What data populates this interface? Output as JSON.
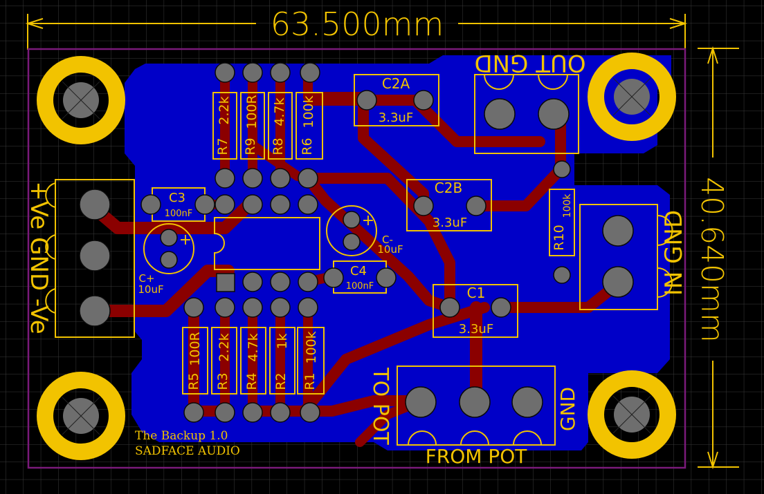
{
  "dimensions": {
    "width_label": "63.500mm",
    "height_label": "40.640mm"
  },
  "connectors": {
    "power": "+Ve GND -Ve",
    "output": "OUT GND",
    "input": "IN GND",
    "to_pot": "TO POT",
    "from_pot": "FROM POT",
    "pot_gnd": "GND"
  },
  "components": {
    "C2A": {
      "ref": "C2A",
      "value": "3.3uF"
    },
    "C2B": {
      "ref": "C2B",
      "value": "3.3uF"
    },
    "C1": {
      "ref": "C1",
      "value": "3.3uF"
    },
    "C3": {
      "ref": "C3",
      "value": "100nF"
    },
    "C4": {
      "ref": "C4",
      "value": "100nF"
    },
    "Cplus": {
      "ref": "C+",
      "value": "10uF"
    },
    "Cminus": {
      "ref": "C-",
      "value": "10uF"
    },
    "R7": {
      "ref": "R7",
      "value": "2.2k"
    },
    "R9": {
      "ref": "R9",
      "value": "100R"
    },
    "R8": {
      "ref": "R8",
      "value": "4.7k"
    },
    "R6": {
      "ref": "R6",
      "value": "100k"
    },
    "R10": {
      "ref": "R10",
      "value": "100k"
    },
    "R5": {
      "ref": "R5",
      "value": "100R"
    },
    "R3": {
      "ref": "R3",
      "value": "2.2k"
    },
    "R4": {
      "ref": "R4",
      "value": "4.7k"
    },
    "R2": {
      "ref": "R2",
      "value": "1k"
    },
    "R1": {
      "ref": "R1",
      "value": "100k"
    }
  },
  "credits": {
    "title": "The Backup 1.0",
    "maker": "SADFACE AUDIO"
  },
  "colors": {
    "background": "#000000",
    "grid": "#3a3a3a",
    "board_outline": "#7a1a7a",
    "copper_pour": "#0000c8",
    "trace": "#8b0000",
    "silkscreen": "#f2c300",
    "pad": "#6e6e6e"
  }
}
